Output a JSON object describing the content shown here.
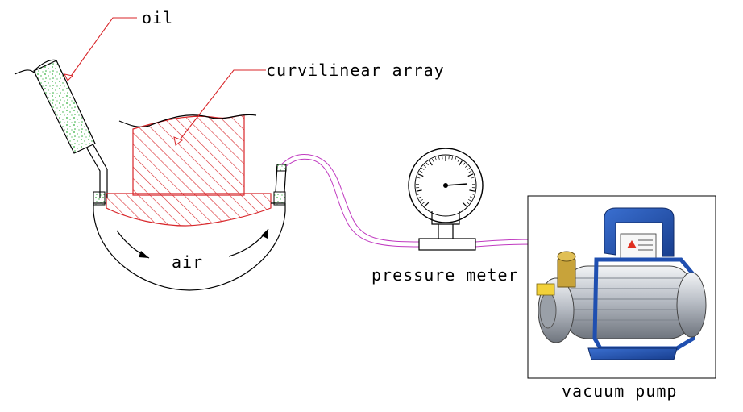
{
  "labels": {
    "oil": "oil",
    "curvilinear_array": "curvilinear array",
    "air": "air",
    "pressure_meter": "pressure meter",
    "vacuum_pump": "vacuum pump"
  },
  "colors": {
    "line": "#000000",
    "hatch_red": "#d8262a",
    "oil_green": "#2fae3a",
    "tube_magenta": "#c03ac0",
    "pump_blue": "#1f4fb0"
  }
}
